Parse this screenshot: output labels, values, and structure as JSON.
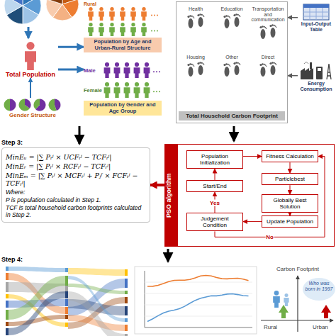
{
  "diagram": {
    "nodes": [
      {
        "text": [
          "Rural",
          "Population by Age and Urban-Rural Structure"
        ]
      },
      {
        "text": [
          "Total Population"
        ]
      },
      {
        "text": [
          "Gender Structure"
        ]
      },
      {
        "text": [
          "Male",
          "Female",
          "Population by Gender and Age Group"
        ]
      },
      {
        "text": [
          "Total Household Carbon Footprint"
        ]
      },
      {
        "text": [
          "Health"
        ],
        "in": 4
      },
      {
        "text": [
          "Education"
        ],
        "in": 4
      },
      {
        "text": [
          "Transportation and communication"
        ],
        "in": 4
      },
      {
        "text": [
          "Housing"
        ],
        "in": 4
      },
      {
        "text": [
          "Other"
        ],
        "in": 4
      },
      {
        "text": [
          "Direct"
        ],
        "in": 4
      },
      {
        "text": [
          "Input-Output Table"
        ]
      },
      {
        "text": [
          "Energy Consumption"
        ]
      },
      {
        "text": [
          "MinEᵤ = |∑ Pᵢʲ × UCFᵢʲ − TCFᵢʲ|",
          "MinEᵣ = |∑ Pᵢʲ × RCFᵢʲ − TCFᵢʲ|",
          "MinEₘ = |∑ Pᵢʲ × MCFᵢʲ + Pⱼᶠ × FCFᵢʲ − TCFᵢʲ|",
          "Where:",
          "P is population calculated in Step 1.",
          "TCF is total household carbon footprints calculated in Step 2."
        ]
      },
      {
        "text": [
          "PSO algorithm"
        ]
      },
      {
        "text": [
          "Population Initialization"
        ],
        "in": 14
      },
      {
        "text": [
          "Start/End"
        ],
        "in": 14
      },
      {
        "text": [
          "Judgement Condition"
        ],
        "in": 14
      },
      {
        "text": [
          "Fitness Calculation"
        ],
        "in": 14
      },
      {
        "text": [
          "Particlebest"
        ],
        "in": 14
      },
      {
        "text": [
          "Globally Best Solution"
        ],
        "in": 14
      },
      {
        "text": [
          "Update Population"
        ],
        "in": 14
      }
    ],
    "edges": [
      {
        "from": 1,
        "to": 0,
        "arrow": "to"
      },
      {
        "from": 1,
        "to": 3,
        "arrow": "to"
      },
      {
        "from": 2,
        "to": 1,
        "arrow": "to"
      },
      {
        "from": 11,
        "to": 4,
        "arrow": "to"
      },
      {
        "from": 12,
        "to": 4,
        "arrow": "to"
      },
      {
        "from": 14,
        "to": 13,
        "arrow": "to"
      },
      {
        "from": 15,
        "to": 18,
        "arrow": "to"
      },
      {
        "from": 18,
        "to": 19,
        "arrow": "to"
      },
      {
        "from": 19,
        "to": 20,
        "arrow": "to"
      },
      {
        "from": 20,
        "to": 21,
        "arrow": "to"
      },
      {
        "from": 21,
        "to": 17,
        "arrow": "to"
      },
      {
        "from": 17,
        "to": 18,
        "label": "No",
        "arrow": "to"
      },
      {
        "from": 17,
        "to": 16,
        "label": "Yes",
        "arrow": "to"
      },
      {
        "from": 16,
        "to": 15,
        "arrow": "to"
      }
    ],
    "labels": [
      "Step 3:",
      "Step 4:",
      "Carbon Footprint",
      "Rural",
      "Urban",
      "Who was born in 1997"
    ]
  }
}
